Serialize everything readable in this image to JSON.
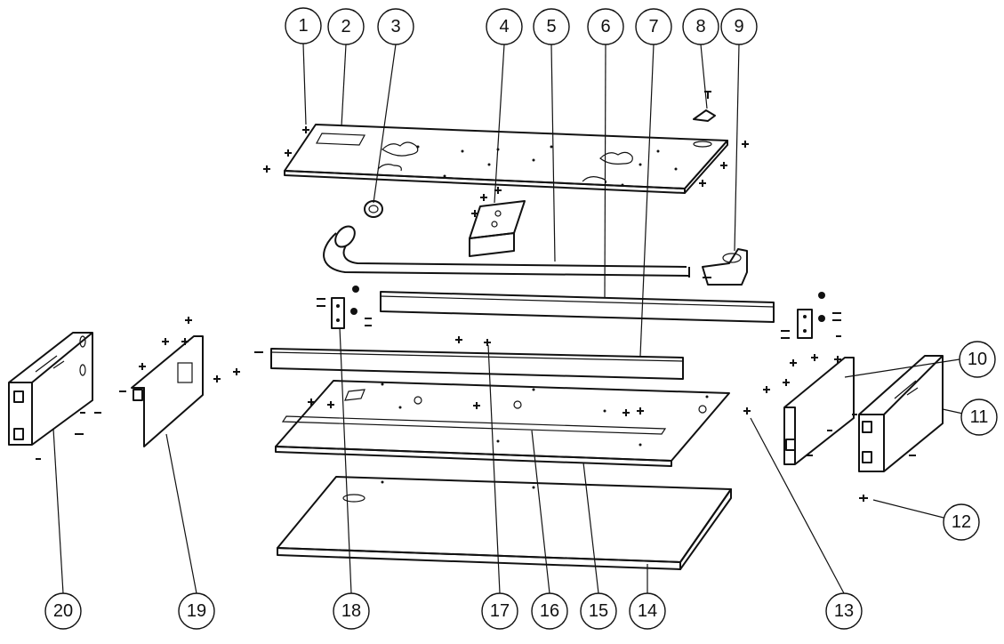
{
  "callouts": [
    {
      "label": "1"
    },
    {
      "label": "2"
    },
    {
      "label": "3"
    },
    {
      "label": "4"
    },
    {
      "label": "5"
    },
    {
      "label": "6"
    },
    {
      "label": "7"
    },
    {
      "label": "8"
    },
    {
      "label": "9"
    },
    {
      "label": "10"
    },
    {
      "label": "11"
    },
    {
      "label": "12"
    },
    {
      "label": "13"
    },
    {
      "label": "14"
    },
    {
      "label": "15"
    },
    {
      "label": "16"
    },
    {
      "label": "17"
    },
    {
      "label": "18"
    },
    {
      "label": "19"
    },
    {
      "label": "20"
    }
  ],
  "colors": {
    "ink": "#111111",
    "paper": "#ffffff"
  }
}
